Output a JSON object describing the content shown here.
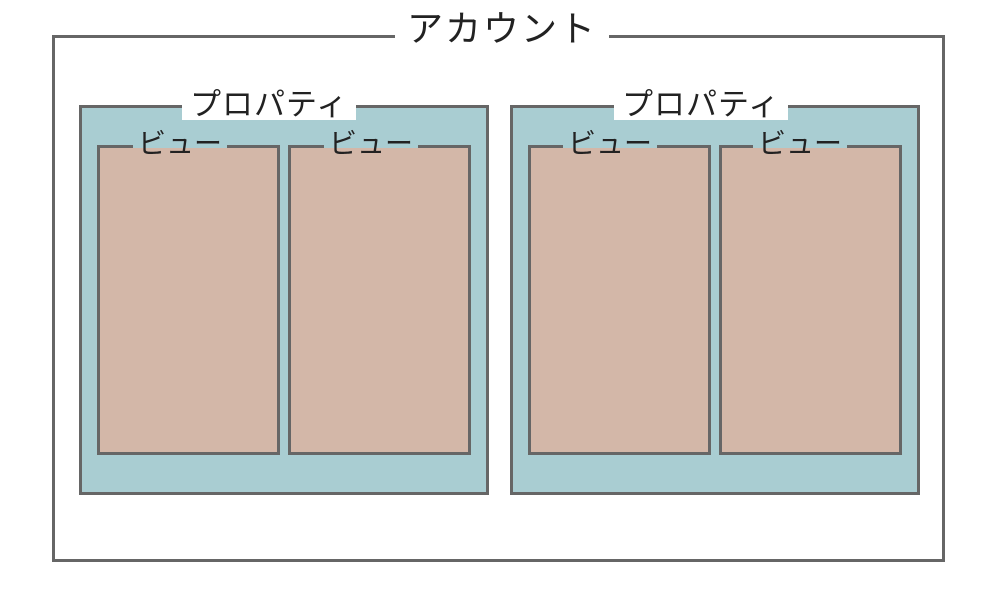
{
  "colors": {
    "account_fill": "#ffffff",
    "property_fill": "#a9cdd2",
    "view_fill": "#d3b7a8",
    "border": "#666666",
    "text": "#222222"
  },
  "account": {
    "label": "アカウント"
  },
  "properties": [
    {
      "label": "プロパティ",
      "views": [
        {
          "label": "ビュー"
        },
        {
          "label": "ビュー"
        }
      ]
    },
    {
      "label": "プロパティ",
      "views": [
        {
          "label": "ビュー"
        },
        {
          "label": "ビュー"
        }
      ]
    }
  ]
}
